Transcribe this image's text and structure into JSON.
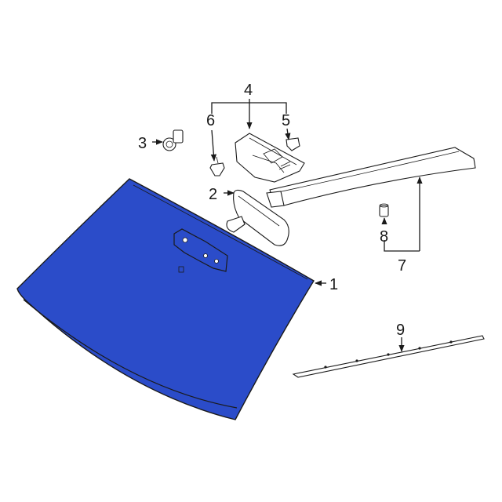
{
  "diagram": {
    "background": "#ffffff",
    "windshield_color": "#2b4cc9",
    "line_color": "#1a1a1a",
    "callouts": {
      "windshield": "1",
      "mirror": "2",
      "sensor": "3",
      "cover": "4",
      "clip_right": "5",
      "clip_left": "6",
      "pillar_trim": "7",
      "retainer": "8",
      "molding": "9"
    }
  }
}
